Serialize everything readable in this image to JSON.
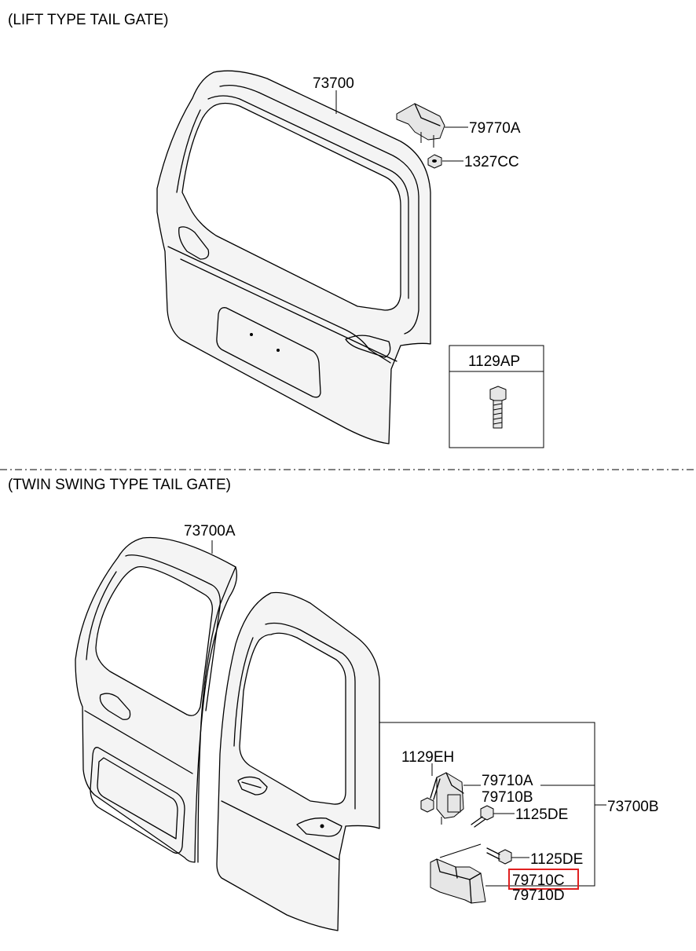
{
  "sections": {
    "lift": {
      "title": "(LIFT TYPE TAIL GATE)"
    },
    "twin": {
      "title": "(TWIN SWING TYPE TAIL GATE)"
    }
  },
  "parts": {
    "p73700": "73700",
    "p79770A": "79770A",
    "p1327CC": "1327CC",
    "p1129AP": "1129AP",
    "p73700A": "73700A",
    "p73700B": "73700B",
    "p1129EH": "1129EH",
    "p79710A": "79710A",
    "p79710B": "79710B",
    "p1125DE_1": "1125DE",
    "p1125DE_2": "1125DE",
    "p79710C": "79710C",
    "p79710D": "79710D"
  },
  "highlight": {
    "part": "79710C",
    "color": "#e02020"
  }
}
